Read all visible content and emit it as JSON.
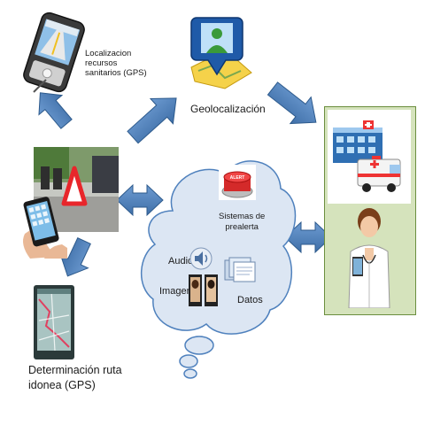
{
  "labels": {
    "localizacion": [
      "Localizacion",
      "recursos",
      "sanitarios (GPS)"
    ],
    "geolocalizacion": "Geolocalización",
    "sistemas": [
      "Sistemas de",
      "prealerta"
    ],
    "audio": "Audio",
    "imagen": "Imagen",
    "datos": "Datos",
    "ruta": [
      "Determinación ruta",
      "idonea (GPS)"
    ],
    "alert_button": "ALERT"
  },
  "colors": {
    "arrow_fill": "#4f82bd",
    "arrow_stroke": "#2d5a8c",
    "cloud_fill": "#dce6f3",
    "cloud_stroke": "#4f81bd",
    "green_panel": "#d5e3bc",
    "green_panel_border": "#6b8e3e"
  }
}
